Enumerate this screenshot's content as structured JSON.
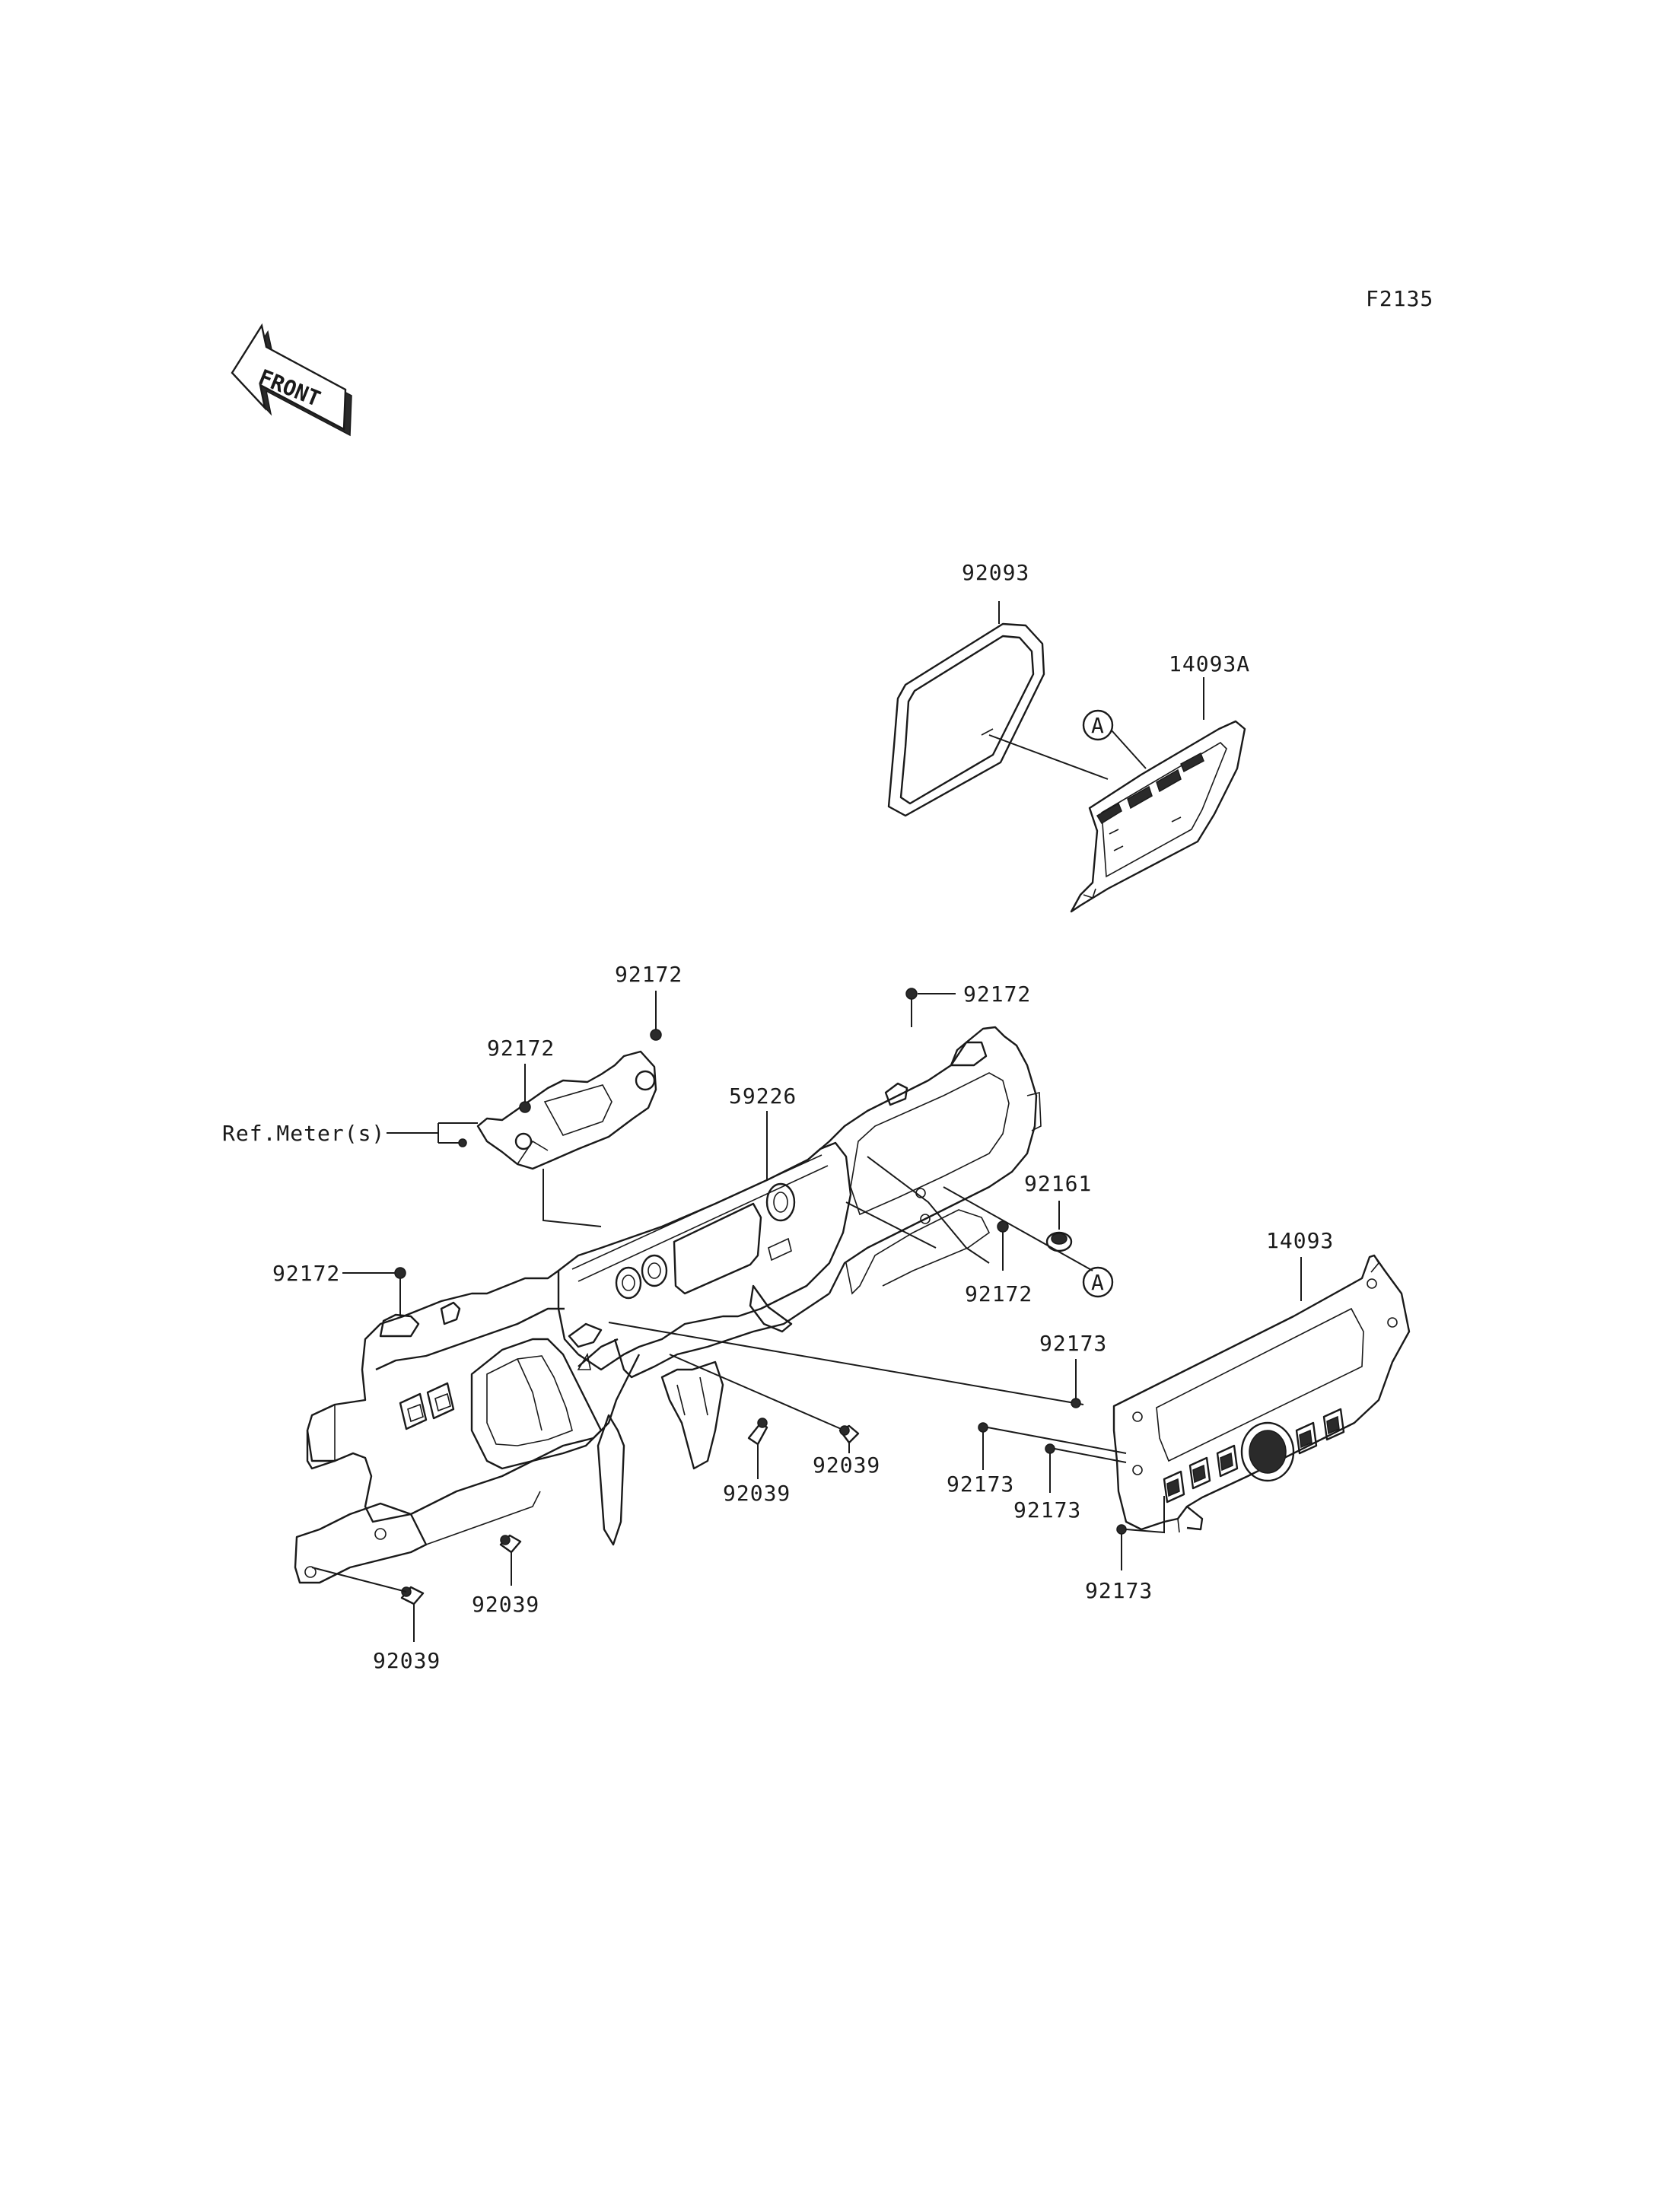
{
  "diagram": {
    "code": "F2135",
    "front_label": "FRONT",
    "labels": {
      "gasket": "92093",
      "glove_door": "14093A",
      "clip_top_left": "92172",
      "clip_left_meter": "92172",
      "ref_meter": "Ref.Meter(s)",
      "dash_panel": "59226",
      "clip_top_right": "92172",
      "grommet": "92161",
      "clip_center": "92172",
      "clip_far_left": "92172",
      "ref_a_top": "A",
      "ref_a_bottom": "A",
      "center_cover": "14093",
      "screw_a": "92173",
      "screw_b": "92173",
      "screw_c": "92173",
      "screw_d": "92173",
      "bolt_a": "92039",
      "bolt_b": "92039",
      "bolt_c": "92039",
      "bolt_d": "92039"
    },
    "colors": {
      "line": "#1a1a1a",
      "background": "#ffffff"
    }
  }
}
